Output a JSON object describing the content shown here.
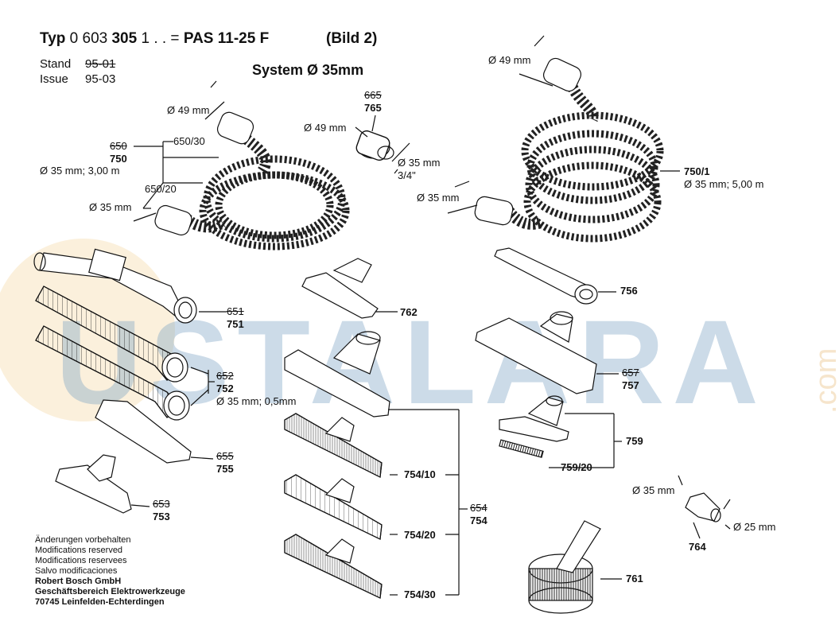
{
  "header": {
    "typ_label": "Typ",
    "typ_number_light": "0 603",
    "typ_number_bold": "305",
    "typ_suffix": "1 . . =",
    "model": "PAS 11-25 F",
    "bild": "(Bild 2)",
    "stand_label": "Stand",
    "stand_value": "95-01",
    "issue_label": "Issue",
    "issue_value": "95-03",
    "system": "System Ø 35mm"
  },
  "watermark": {
    "text": "USTALARA",
    "suffix": ".com"
  },
  "parts": {
    "hose_650": {
      "old": "650",
      "new": "750",
      "spec": "Ø 35 mm; 3,00 m",
      "sub_a": "650/30",
      "sub_b": "650/20",
      "dim_top": "Ø 49 mm",
      "dim_bottom": "Ø 35 mm"
    },
    "adapter_765": {
      "old": "665",
      "new": "765",
      "dim_a": "Ø 49 mm",
      "dim_b": "Ø 35 mm",
      "dim_c": "3/4\""
    },
    "hose_750_1": {
      "new": "750/1",
      "spec": "Ø 35 mm; 5,00 m",
      "dim_top": "Ø 49 mm",
      "dim_bottom": "Ø 35 mm"
    },
    "handle_751": {
      "old": "651",
      "new": "751"
    },
    "tubes_752": {
      "old": "652",
      "new": "752",
      "spec": "Ø 35 mm; 0,5mm"
    },
    "crevice_755": {
      "old": "655",
      "new": "755"
    },
    "nozzle_753": {
      "old": "653",
      "new": "753"
    },
    "nozzle_762": {
      "new": "762"
    },
    "crevice_756": {
      "new": "756"
    },
    "floor_757": {
      "old": "657",
      "new": "757"
    },
    "nozzle_759": {
      "new": "759",
      "sub": "759/20"
    },
    "floor_754": {
      "old": "654",
      "new": "754",
      "sub_10": "754/10",
      "sub_20": "754/20",
      "sub_30": "754/30"
    },
    "reducer_764": {
      "new": "764",
      "dim_a": "Ø 35 mm",
      "dim_b": "Ø 25 mm"
    },
    "brush_761": {
      "new": "761"
    }
  },
  "footer": {
    "lines": [
      "Änderungen vorbehalten",
      "Modifications reserved",
      "Modifications reservees",
      "Salvo modificaciones"
    ],
    "company_lines": [
      "Robert Bosch GmbH",
      "Geschäftsbereich Elektrowerkzeuge",
      "70745 Leinfelden-Echterdingen"
    ]
  }
}
